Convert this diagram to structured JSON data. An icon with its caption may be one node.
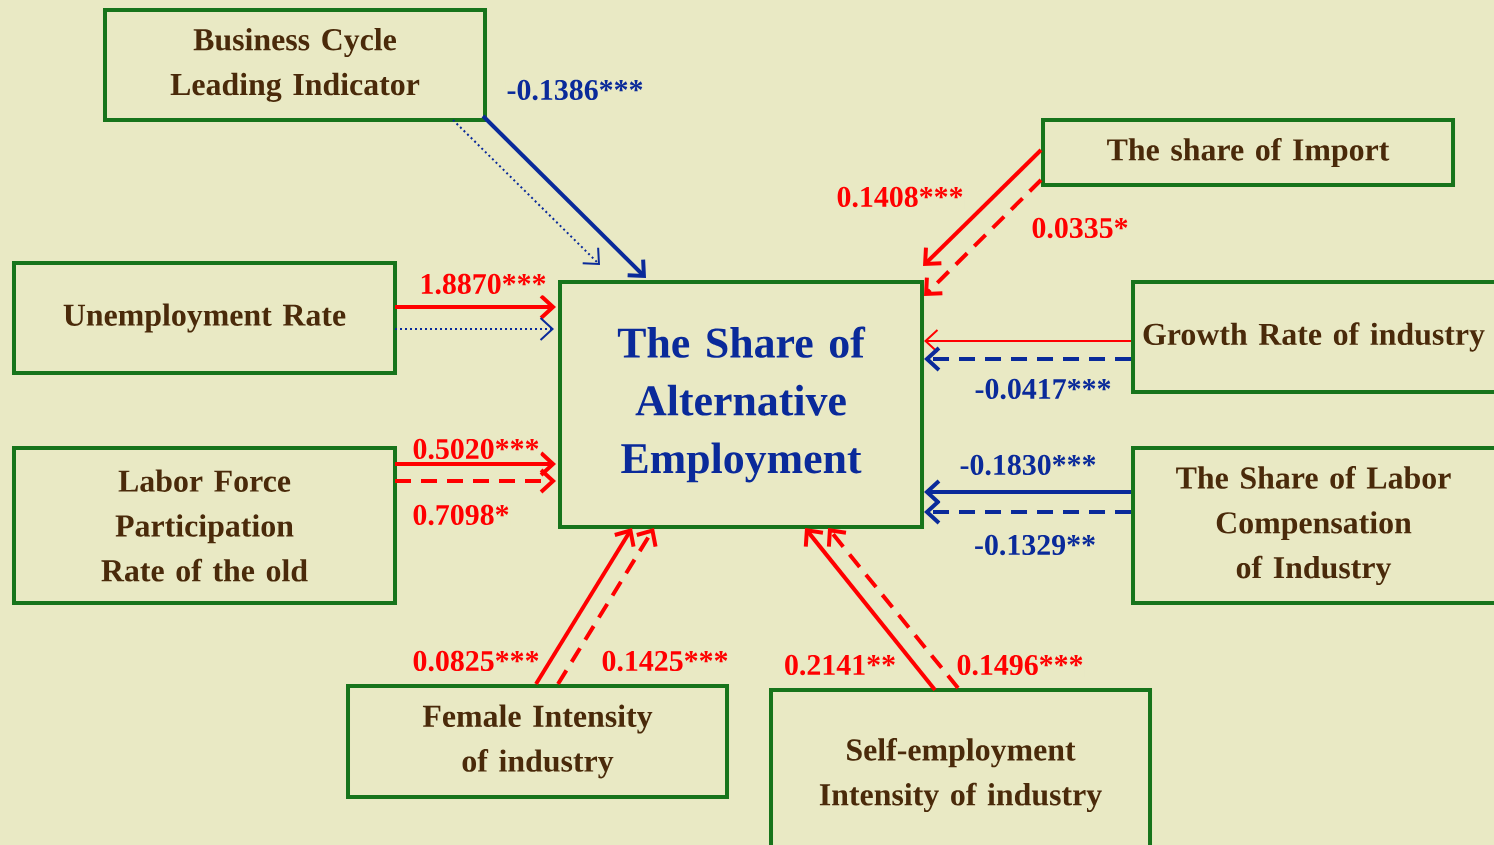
{
  "diagram": {
    "nodes": [
      {
        "text": [
          "Business Cycle Leading Indicator"
        ]
      },
      {
        "text": [
          "The share of Import"
        ]
      },
      {
        "text": [
          "Unemployment Rate"
        ]
      },
      {
        "text": [
          "The Share of Alternative Employment"
        ]
      },
      {
        "text": [
          "Growth Rate of industry"
        ]
      },
      {
        "text": [
          "Labor Force Participation Rate of the old"
        ]
      },
      {
        "text": [
          "The Share of Labor Compensation of Industry"
        ]
      },
      {
        "text": [
          "Female Intensity of industry"
        ]
      },
      {
        "text": [
          "Self-employment Intensity of industry"
        ]
      }
    ],
    "edges": [
      {
        "from": 0,
        "to": 3,
        "arrow": "to",
        "label": "-0.1386***",
        "color": "#0a2a9a"
      },
      {
        "from": 0,
        "to": 3,
        "arrow": "to",
        "style": "dashed",
        "color": "#0a2a9a"
      },
      {
        "from": 1,
        "to": 3,
        "arrow": "to",
        "label": "0.1408***"
      },
      {
        "from": 1,
        "to": 3,
        "arrow": "to",
        "label": "0.0335*",
        "style": "dashed"
      },
      {
        "from": 2,
        "to": 3,
        "arrow": "to",
        "label": "1.8870***"
      },
      {
        "from": 2,
        "to": 3,
        "arrow": "to",
        "style": "dashed",
        "color": "#0a2a9a"
      },
      {
        "from": 4,
        "to": 3,
        "arrow": "to"
      },
      {
        "from": 4,
        "to": 3,
        "arrow": "to",
        "label": "-0.0417***",
        "style": "dashed",
        "color": "#0a2a9a"
      },
      {
        "from": 5,
        "to": 3,
        "arrow": "to",
        "label": "0.5020***"
      },
      {
        "from": 5,
        "to": 3,
        "arrow": "to",
        "label": "0.7098*",
        "style": "dashed"
      },
      {
        "from": 6,
        "to": 3,
        "arrow": "to",
        "label": "-0.1830***",
        "color": "#0a2a9a"
      },
      {
        "from": 6,
        "to": 3,
        "arrow": "to",
        "label": "-0.1329**",
        "style": "dashed",
        "color": "#0a2a9a"
      },
      {
        "from": 7,
        "to": 3,
        "arrow": "to",
        "label": "0.0825***"
      },
      {
        "from": 7,
        "to": 3,
        "arrow": "to",
        "label": "0.1425***",
        "style": "dashed"
      },
      {
        "from": 8,
        "to": 3,
        "arrow": "to",
        "label": "0.2141**"
      },
      {
        "from": 8,
        "to": 3,
        "arrow": "to",
        "label": "0.1496***",
        "style": "dashed"
      }
    ]
  }
}
